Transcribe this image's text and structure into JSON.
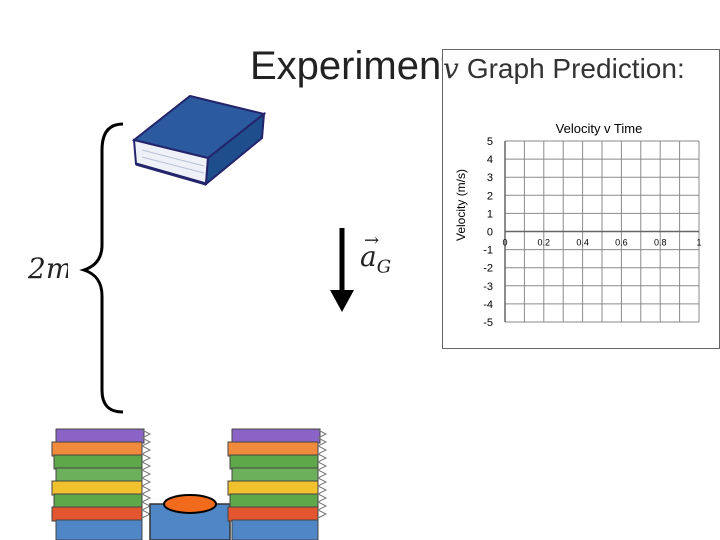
{
  "slide": {
    "title": "Experiment!",
    "mass_label": "2m",
    "accel_symbol": "a",
    "accel_subscript": "G",
    "accel_vector_mark": "→"
  },
  "panel": {
    "var": "v",
    "title": "Graph Prediction:"
  },
  "colors": {
    "book_blue": "#1f4e8c",
    "book_pages": "#eef1f7",
    "stack_colors": [
      "#8b63c7",
      "#f08a3c",
      "#5fa84a",
      "#f2c12e",
      "#6db05c",
      "#e2552f"
    ],
    "cup_orange": "#f26b1d",
    "base_blue": "#4f86c6"
  },
  "chart_data": {
    "type": "line",
    "title": "Velocity v Time",
    "xlabel": "",
    "ylabel": "Velocity (m/s)",
    "x_ticks": [
      "0",
      "0.2",
      "0.4",
      "0.6",
      "0.8",
      "1"
    ],
    "y_ticks": [
      "5",
      "4",
      "3",
      "2",
      "1",
      "0",
      "-1",
      "-2",
      "-3",
      "-4",
      "-5"
    ],
    "xlim": [
      0,
      1
    ],
    "ylim": [
      -5,
      5
    ],
    "grid": true,
    "series": []
  }
}
